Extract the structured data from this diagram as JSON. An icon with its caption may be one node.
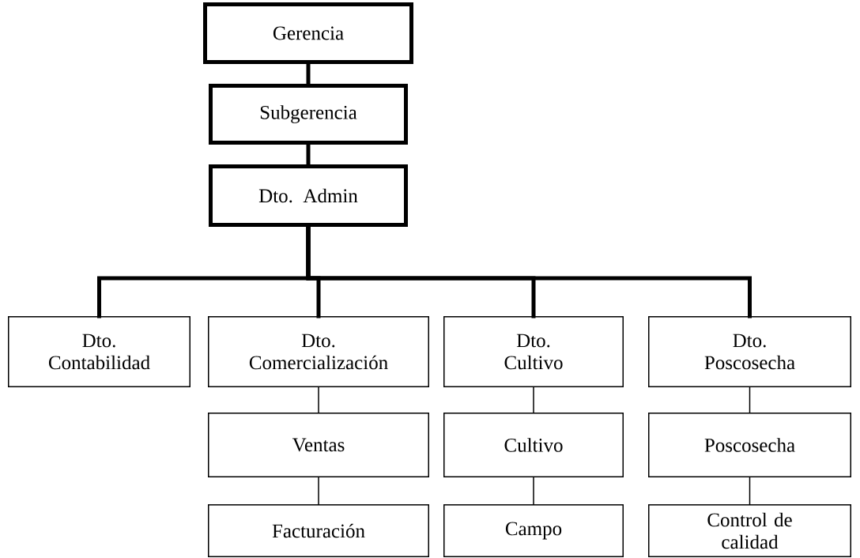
{
  "diagram": {
    "nodes": [
      {
        "text": [
          "Gerencia"
        ]
      },
      {
        "text": [
          "Subgerencia"
        ]
      },
      {
        "text": [
          "Dto. Admin"
        ]
      },
      {
        "text": [
          "Dto. Contabilidad"
        ]
      },
      {
        "text": [
          "Dto. Comercialización"
        ]
      },
      {
        "text": [
          "Ventas"
        ]
      },
      {
        "text": [
          "Facturación"
        ]
      },
      {
        "text": [
          "Dto. Cultivo"
        ]
      },
      {
        "text": [
          "Cultivo"
        ]
      },
      {
        "text": [
          "Campo"
        ]
      },
      {
        "text": [
          "Dto. Poscosecha"
        ]
      },
      {
        "text": [
          "Poscosecha"
        ]
      },
      {
        "text": [
          "Control de calidad"
        ]
      }
    ],
    "edges": [
      {
        "from": 0,
        "to": 1,
        "arrow": "none",
        "style": "thick"
      },
      {
        "from": 1,
        "to": 2,
        "arrow": "none",
        "style": "thick"
      },
      {
        "from": 2,
        "to": 3,
        "arrow": "none",
        "style": "thick"
      },
      {
        "from": 2,
        "to": 4,
        "arrow": "none",
        "style": "thick"
      },
      {
        "from": 2,
        "to": 7,
        "arrow": "none",
        "style": "thick"
      },
      {
        "from": 2,
        "to": 10,
        "arrow": "none",
        "style": "thick"
      },
      {
        "from": 4,
        "to": 5,
        "arrow": "none"
      },
      {
        "from": 5,
        "to": 6,
        "arrow": "none"
      },
      {
        "from": 7,
        "to": 8,
        "arrow": "none"
      },
      {
        "from": 8,
        "to": 9,
        "arrow": "none"
      },
      {
        "from": 10,
        "to": 11,
        "arrow": "none"
      },
      {
        "from": 11,
        "to": 12,
        "arrow": "none"
      }
    ]
  }
}
